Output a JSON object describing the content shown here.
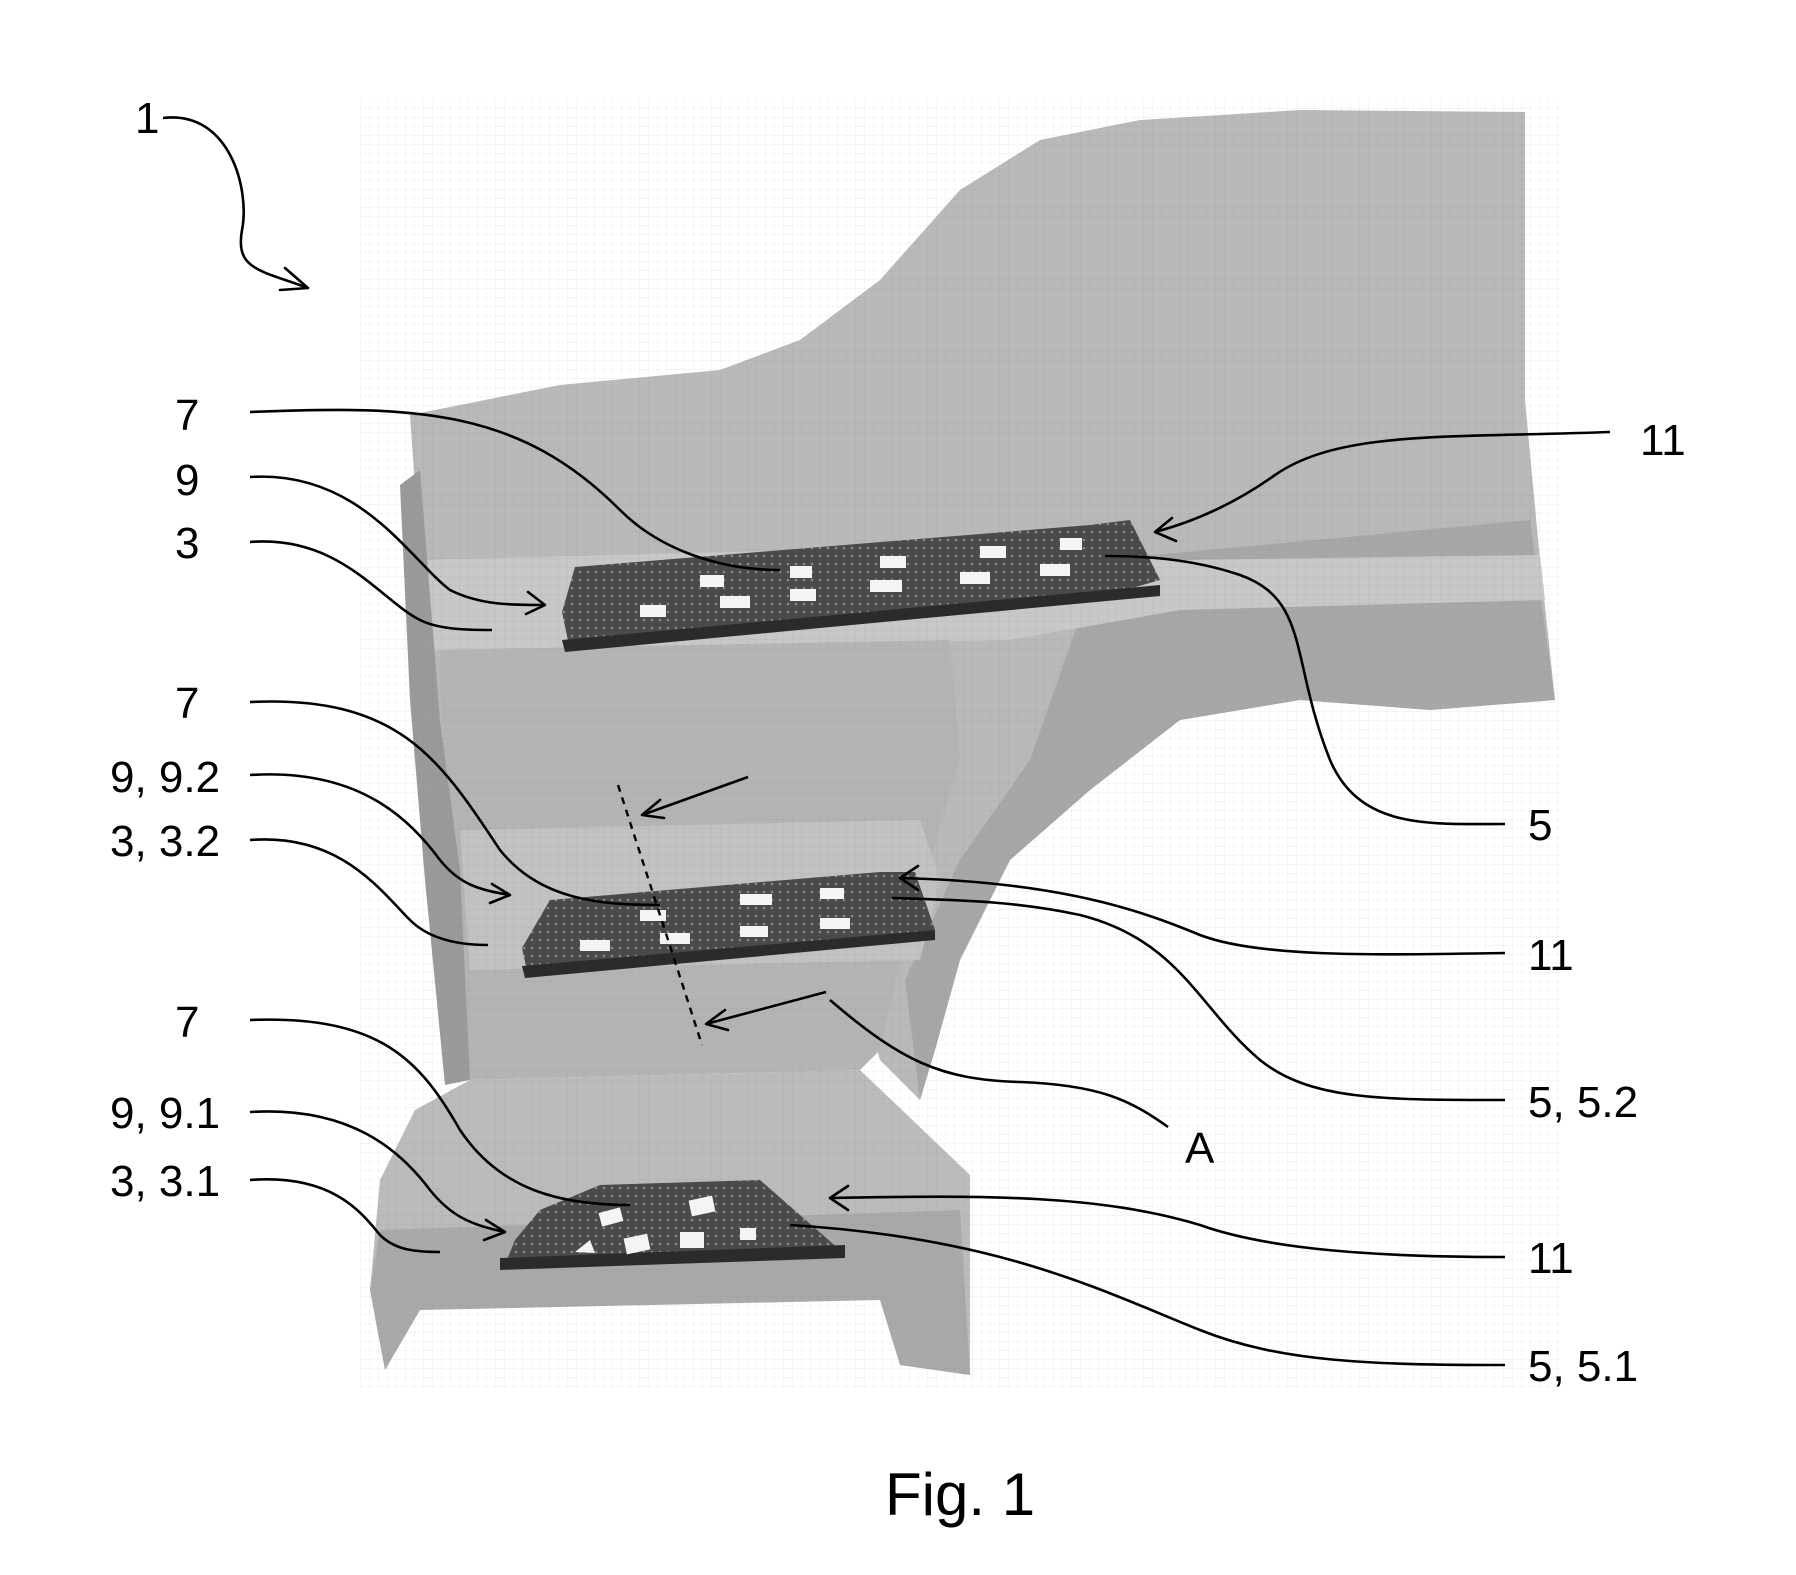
{
  "labels": {
    "assembly": "1",
    "upper_seven": "7",
    "upper_nine": "9",
    "upper_three": "3",
    "upper_eleven": "11",
    "upper_five": "5",
    "middle_seven": "7",
    "middle_nine": "9, 9.2",
    "middle_three": "3, 3.2",
    "middle_eleven": "11",
    "middle_five": "5, 5.2",
    "axis": "A",
    "lower_seven": "7",
    "lower_nine": "9, 9.1",
    "lower_three": "3, 3.1",
    "lower_eleven": "11",
    "lower_five": "5, 5.1"
  },
  "caption": "Fig. 1",
  "colors": {
    "part_body": "#b9b9b9",
    "part_shadow": "#8f8f8f",
    "part_highlight": "#d9d9d9",
    "grid_plate": "#4a4a4a",
    "grid_hole": "#f4f4f4",
    "line": "#000000"
  }
}
